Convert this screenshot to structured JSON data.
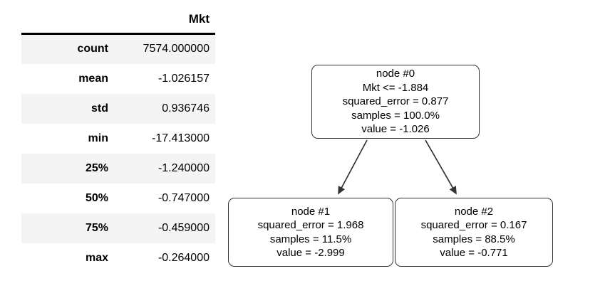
{
  "table": {
    "corner_label": "",
    "column_header": "Mkt",
    "rows": [
      {
        "label": "count",
        "value": "7574.000000"
      },
      {
        "label": "mean",
        "value": "-1.026157"
      },
      {
        "label": "std",
        "value": "0.936746"
      },
      {
        "label": "min",
        "value": "-17.413000"
      },
      {
        "label": "25%",
        "value": "-1.240000"
      },
      {
        "label": "50%",
        "value": "-0.747000"
      },
      {
        "label": "75%",
        "value": "-0.459000"
      },
      {
        "label": "max",
        "value": "-0.264000"
      }
    ]
  },
  "tree": {
    "nodes": [
      {
        "id": "node-0",
        "title": "node #0",
        "condition": "Mkt <= -1.884",
        "criterion": "squared_error = 0.877",
        "samples": "samples = 100.0%",
        "value": "value = -1.026"
      },
      {
        "id": "node-1",
        "title": "node #1",
        "criterion": "squared_error = 1.968",
        "samples": "samples = 11.5%",
        "value": "value = -2.999"
      },
      {
        "id": "node-2",
        "title": "node #2",
        "criterion": "squared_error = 0.167",
        "samples": "samples = 88.5%",
        "value": "value = -0.771"
      }
    ]
  },
  "colors": {
    "stripe": "#f4f4f4",
    "node_border": "#333333",
    "text": "#000000",
    "rule": "#000000"
  }
}
